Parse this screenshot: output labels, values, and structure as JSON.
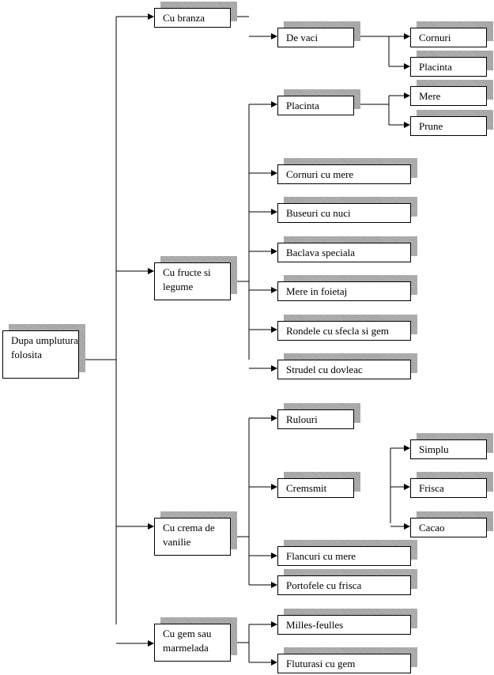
{
  "title": "Dupa umplutura folosita",
  "nodes": {
    "root": "Dupa umplutura folosita",
    "cu_branza": "Cu branza",
    "de_vaci": "De vaci",
    "cornuri": "Cornuri",
    "placinta_branza": "Placinta",
    "cu_fructe": "Cu fructe si legume",
    "placinta_fructe": "Placinta",
    "mere": "Mere",
    "prune": "Prune",
    "cornuri_cu_mere": "Cornuri cu mere",
    "buseuri": "Buseuri cu nuci",
    "baclava": "Baclava speciala",
    "mere_foietaj": "Mere in foietaj",
    "rondele": "Rondele cu sfecla si gem",
    "strudel": "Strudel cu dovleac",
    "cu_crema": "Cu crema de vanilie",
    "rulouri": "Rulouri",
    "cremsmit": "Cremsmit",
    "simplu": "Simplu",
    "frisca": "Frisca",
    "cacao": "Cacao",
    "flancuri": "Flancuri cu mere",
    "portofele": "Portofele cu frisca",
    "cu_gem": "Cu gem sau marmelada",
    "milles": "Milles-feulles",
    "fluturasi": "Fluturasi cu gem"
  }
}
